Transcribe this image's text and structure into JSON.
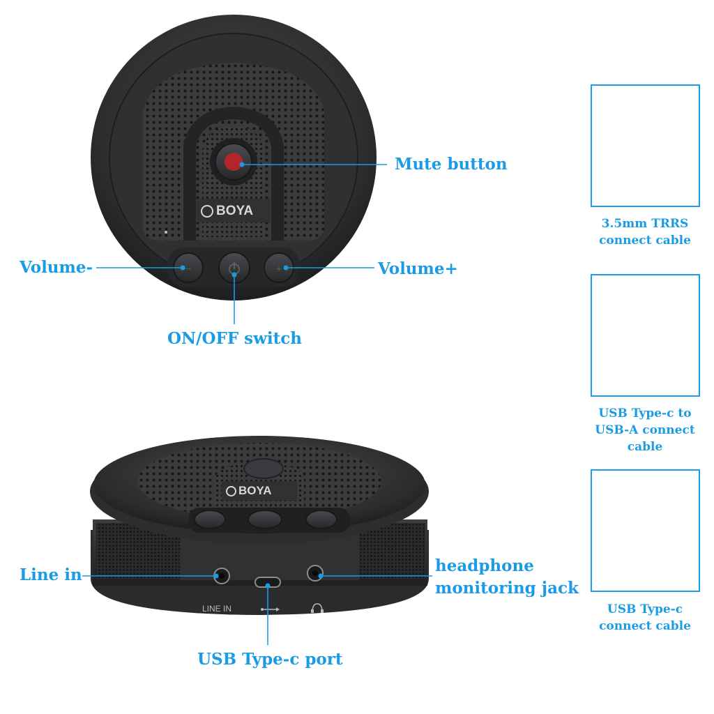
{
  "brand": "BOYA",
  "accent_color": "#1a9be6",
  "callouts": {
    "mute": "Mute button",
    "volume_minus": "Volume-",
    "volume_plus": "Volume+",
    "power": "ON/OFF switch",
    "line_in": "Line in",
    "headphone_line1": "headphone",
    "headphone_line2": "monitoring jack",
    "usb_port": "USB Type-c port"
  },
  "port_labels": {
    "line_in": "LINE IN",
    "usb_icon": "usb-icon",
    "headphone_icon": "headphone-icon"
  },
  "cables": [
    {
      "lines": [
        "3.5mm TRRS",
        "connect cable"
      ],
      "icon": "trrs-cable-icon"
    },
    {
      "lines": [
        "USB Type-c to",
        "USB-A connect",
        "cable"
      ],
      "icon": "usb-c-to-usb-a-cable-icon"
    },
    {
      "lines": [
        "USB Type-c",
        "connect cable"
      ],
      "icon": "usb-c-cable-icon"
    }
  ]
}
